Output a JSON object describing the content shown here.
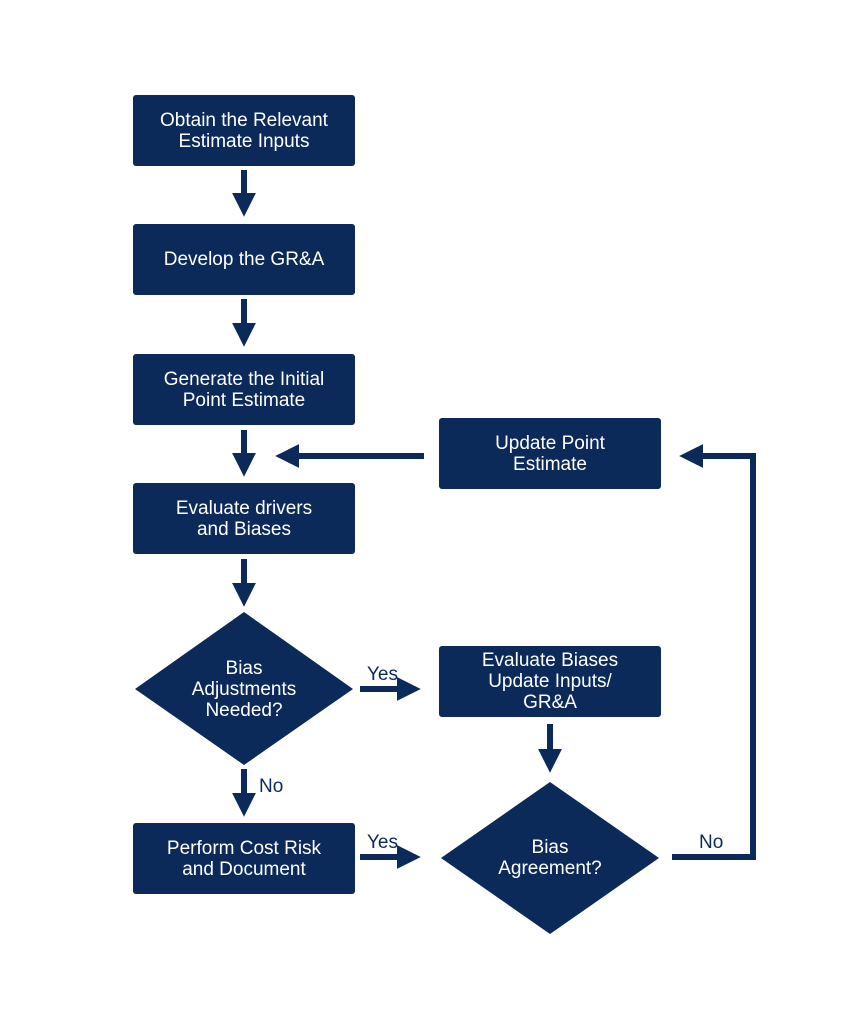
{
  "colors": {
    "primary": "#0b2a5a",
    "text_on_primary": "#ffffff"
  },
  "nodes": {
    "obtain_inputs": [
      "Obtain the Relevant",
      "Estimate Inputs"
    ],
    "develop_gra": [
      "Develop the GR&A"
    ],
    "initial_estimate": [
      "Generate the Initial",
      "Point Estimate"
    ],
    "evaluate_drivers": [
      "Evaluate drivers",
      "and Biases"
    ],
    "bias_adjustments": [
      "Bias",
      "Adjustments",
      "Needed?"
    ],
    "evaluate_biases": [
      "Evaluate Biases",
      "Update Inputs/",
      "GR&A"
    ],
    "update_estimate": [
      "Update Point",
      "Estimate"
    ],
    "perform_cost_risk": [
      "Perform Cost Risk",
      "and Document"
    ],
    "bias_agreement": [
      "Bias",
      "Agreement?"
    ]
  },
  "edge_labels": {
    "adjust_yes": "Yes",
    "adjust_no": "No",
    "cost_risk_yes": "Yes",
    "agreement_no": "No"
  }
}
